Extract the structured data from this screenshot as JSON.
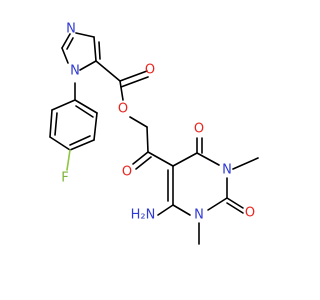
{
  "structure": {
    "atom_labels": {
      "imidazole_n3": "N",
      "imidazole_n1": "N",
      "ester_o_carbonyl": "O",
      "ester_o_single": "O",
      "ketone_o": "O",
      "pyr_o_top": "O",
      "pyr_n_top": "N",
      "pyr_o_right": "O",
      "pyr_n_bottom": "N",
      "amino_label": "H₂N",
      "fluorine": "F"
    },
    "colors": {
      "bond": "#000000",
      "oxygen": "#e8251f",
      "nitrogen": "#2f3ad6",
      "fluorine": "#7bb536"
    }
  }
}
